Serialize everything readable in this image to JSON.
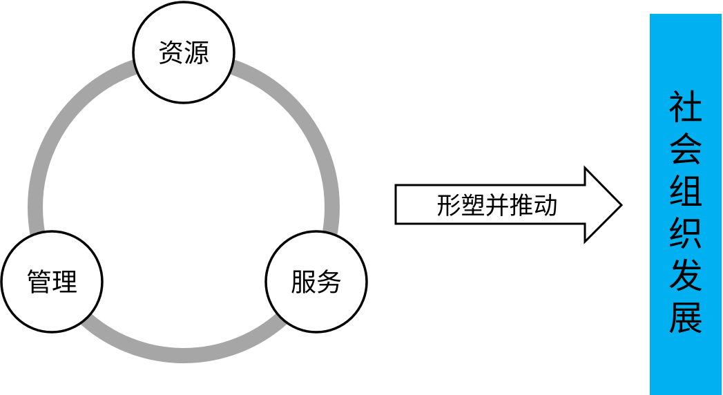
{
  "cycle": {
    "ring_color": "#a6a6a6",
    "node_fill": "#ffffff",
    "node_stroke": "#000000",
    "nodes": [
      {
        "label": "资源"
      },
      {
        "label": "管理"
      },
      {
        "label": "服务"
      }
    ]
  },
  "arrow": {
    "label": "形塑并推动",
    "fill": "#ffffff",
    "stroke": "#000000"
  },
  "outcome": {
    "label": "社会组织发展",
    "fill": "#00b0f0"
  }
}
